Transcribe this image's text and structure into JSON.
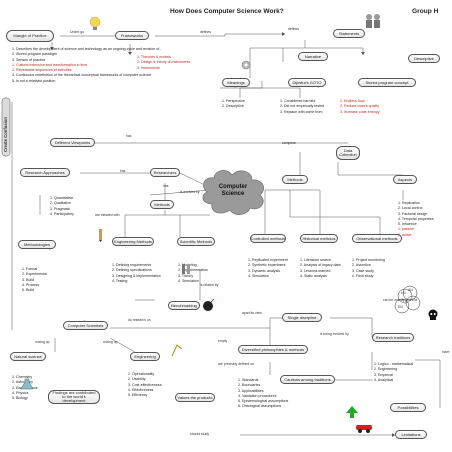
{
  "title": "How Does Computer Science Work?",
  "group": "Group H",
  "center": {
    "line1": "Computer",
    "line2": "Science"
  },
  "create_confusion": "Create Confusion",
  "nodes": {
    "mangle": "Mangle of Practice",
    "frameworks": "Frameworks",
    "statements": "Statements",
    "narrative": "Narrative",
    "descriptive": "Descriptive",
    "meanings": "Meanings",
    "dijkstra": "Dijkstra's GOTO",
    "stored_program": "Stored program concept",
    "viewpoints": "Different Viewpoints",
    "data_collection": "Data Collection",
    "research_approaches": "Research Approaches",
    "researchers": "Researchers",
    "methods_top": "Methods",
    "aspects": "Aspects",
    "methods_mid": "Methods",
    "methodologies": "Methodologies",
    "eng_methods": "Engineering Methods",
    "sci_methods": "Scientific Methods",
    "controlled": "Controlled methods",
    "historical": "Historical methods",
    "observational": "Observational methods",
    "benchmarking": "Benchmarking",
    "computer_scientists": "Computer Scientists",
    "single_discipline": "Single discipline",
    "research_traditions": "Research traditions",
    "natural_science": "Natural science",
    "engineering": "Engineering",
    "diversified": "Diversified philosophies & methods",
    "values_products": "Values the products",
    "findings": "Findings are contributed to the world's development",
    "cautions": "Cautions among traditions",
    "possibilities": "Possibilities",
    "limitations": "Limitations"
  },
  "labels": {
    "under_go": "Under-go",
    "defines_1": "defines",
    "defines_2": "defines",
    "has_1": "has",
    "has_2": "has",
    "comprise": "comprise",
    "is_evolved_by": "is evolved by",
    "has_3": "has",
    "are_initiated_with": "are initiated with",
    "is_related_by": "is related by",
    "do_research_on": "do research on",
    "mixing_up_1": "mixing up",
    "mixing_up_2": "mixing up",
    "apart_its_view": "apart its view",
    "is_being_evolved_by": "is being evolved by",
    "empty": "empty",
    "can_be_overlapped": "can be overlapped",
    "are_precisely_defined_on": "are precisely defined on",
    "have": "have",
    "should_study": "should study"
  },
  "lists": {
    "practice": [
      {
        "t": "1. Describes the development  of science and technology as an ongoing cycle and revision of...",
        "red": false
      },
      {
        "t": "2. Stored program paradigm",
        "red": false
      },
      {
        "t": "3. Senses of practice",
        "red": false
      },
      {
        "t": "1. Cultural extension and transformation in time",
        "red": true
      },
      {
        "t": "2. Repeatable sequences of activities",
        "red": true
      },
      {
        "t": "4. Continuous redefinition of the theoretical conceptual frameworks of computer science",
        "red": false
      },
      {
        "t": "5. Is not a relativist position",
        "red": false
      }
    ],
    "frameworks": [
      {
        "t": "1. Theories & models",
        "red": true
      },
      {
        "t": "2. Design & theory of instruments",
        "red": true
      },
      {
        "t": "3. Instruments",
        "red": true
      }
    ],
    "meanings": [
      {
        "t": "1. Perspective",
        "red": false
      },
      {
        "t": "2. Descriptive",
        "red": false
      }
    ],
    "dijkstra": [
      {
        "t": "1. Considered harmful",
        "red": false
      },
      {
        "t": "2. Did not empirically tested",
        "red": false
      },
      {
        "t": "3. Replace with come from",
        "red": false
      }
    ],
    "dijkstra_red": [
      {
        "t": "1. Endless loop",
        "red": true
      },
      {
        "t": "2. Reduce code's quality",
        "red": true
      },
      {
        "t": "3. Increase code entropy",
        "red": true
      }
    ],
    "approaches": [
      {
        "t": "1. Quantitative",
        "red": false
      },
      {
        "t": "2. Qualitative",
        "red": false
      },
      {
        "t": "3. Pragmatic",
        "red": false
      },
      {
        "t": "4. Participatory",
        "red": false
      }
    ],
    "aspects": [
      {
        "t": "1. Replication",
        "red": false
      },
      {
        "t": "2. Local control",
        "red": false
      },
      {
        "t": "3. Factorial design",
        "red": false
      },
      {
        "t": "4. Temporal properties",
        "red": false
      },
      {
        "t": "5. Influence",
        "red": false
      },
      {
        "t": "1. passive",
        "red": true
      },
      {
        "t": "2. active",
        "red": true
      }
    ],
    "methodologies": [
      {
        "t": "1. Formal",
        "red": false
      },
      {
        "t": "2. Experimental",
        "red": false
      },
      {
        "t": "3. Build",
        "red": false
      },
      {
        "t": "4. Process",
        "red": false
      },
      {
        "t": "5. Build",
        "red": false
      }
    ],
    "engineering_methods": [
      {
        "t": "1. Defining requirements",
        "red": false
      },
      {
        "t": "2. Defining specifications",
        "red": false
      },
      {
        "t": "3. Designing & implementation",
        "red": false
      },
      {
        "t": "4. Testing",
        "red": false
      }
    ],
    "scientific_methods": [
      {
        "t": "1. Modeling",
        "red": false
      },
      {
        "t": "2. Experimentation",
        "red": false
      },
      {
        "t": "3. Theory",
        "red": false
      },
      {
        "t": "4. Simulation",
        "red": false
      }
    ],
    "controlled": [
      {
        "t": "1. Replicated experiment",
        "red": false
      },
      {
        "t": "2. Synthetic experiment",
        "red": false
      },
      {
        "t": "3. Dynamic analysis",
        "red": false
      },
      {
        "t": "4. Simulation",
        "red": false
      }
    ],
    "historical": [
      {
        "t": "1. Literature search",
        "red": false
      },
      {
        "t": "2. Analysis of legacy data",
        "red": false
      },
      {
        "t": "3. Lessons learned",
        "red": false
      },
      {
        "t": "4. Static analysis",
        "red": false
      }
    ],
    "observational": [
      {
        "t": "1. Project monitoring",
        "red": false
      },
      {
        "t": "2. Assertion",
        "red": false
      },
      {
        "t": "3. Case study",
        "red": false
      },
      {
        "t": "4. Field study",
        "red": false
      }
    ],
    "natural_science": [
      {
        "t": "1. Chemistry",
        "red": false
      },
      {
        "t": "2. Astronomy",
        "red": false
      },
      {
        "t": "3. Earth science",
        "red": false
      },
      {
        "t": "4. Physics",
        "red": false
      },
      {
        "t": "5. Biology",
        "red": false
      }
    ],
    "engineering": [
      {
        "t": "1. Operationality",
        "red": false
      },
      {
        "t": "2. Usability",
        "red": false
      },
      {
        "t": "3. Cost-effectiveness",
        "red": false
      },
      {
        "t": "4. Effectiveness",
        "red": false
      },
      {
        "t": "5. Efficiency",
        "red": false
      }
    ],
    "standards": [
      {
        "t": "1. Standards",
        "red": false
      },
      {
        "t": "2. Boundaries",
        "red": false
      },
      {
        "t": "3. Applicabilities",
        "red": false
      },
      {
        "t": "4. Validation procedures",
        "red": false
      },
      {
        "t": "5. Epistemological assumptions",
        "red": false
      },
      {
        "t": "6. Ontological assumptions",
        "red": false
      }
    ],
    "traditions": [
      {
        "t": "1. Logico - mathematical",
        "red": false
      },
      {
        "t": "2. Engineering",
        "red": false
      },
      {
        "t": "3. Empirical",
        "red": false
      },
      {
        "t": "4. Analytical",
        "red": false
      }
    ]
  },
  "venn": [
    "LM",
    "EM",
    "EN",
    "AN"
  ]
}
